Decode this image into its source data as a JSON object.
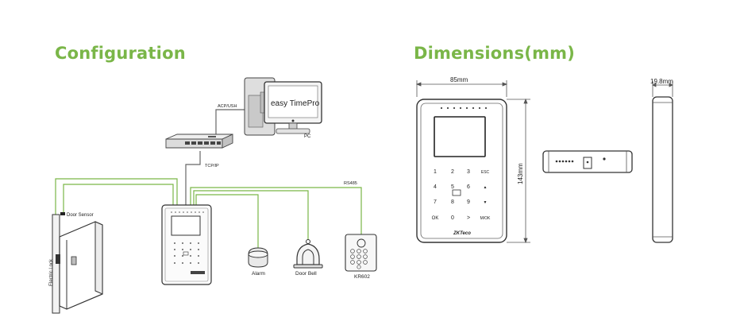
{
  "headings": {
    "configuration": "Configuration",
    "dimensions": "Dimensions(mm)"
  },
  "configuration": {
    "software_label": "easy TimePro",
    "pc_label": "PC",
    "link_pc_switch": "ACP/USH",
    "link_switch_device": "TCP/IP",
    "link_rs485": "RS485",
    "door_sensor_label": "Door Sensor",
    "electric_lock_label": "Electric Lock",
    "alarm_label": "Alarm",
    "door_bell_label": "Door Bell",
    "reader_label": "KR602"
  },
  "device_keypad": {
    "keys": [
      "1",
      "2",
      "3",
      "ESC",
      "4",
      "5",
      "6",
      "▲",
      "7",
      "8",
      "9",
      "▼",
      "OK",
      "0",
      ">",
      "M/OK"
    ],
    "brand": "ZKTeco"
  },
  "dimensions": {
    "width": "85mm",
    "height": "143mm",
    "depth": "19.8mm"
  },
  "colors": {
    "heading": "#7ab648",
    "line_green": "#7ab648",
    "line_gray": "#666666"
  }
}
